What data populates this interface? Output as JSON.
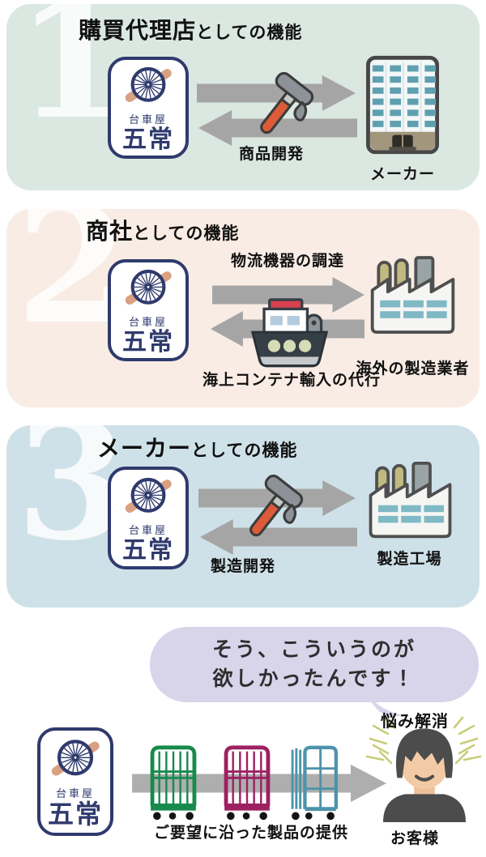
{
  "brand": {
    "name_top": "台車屋",
    "name_main": "五常"
  },
  "sections": [
    {
      "number": "1",
      "title_strong": "購買代理店",
      "title_rest": "としての機能",
      "center_label": "商品開発",
      "right_label": "メーカー"
    },
    {
      "number": "2",
      "title_strong": "商社",
      "title_rest": "としての機能",
      "top_label": "物流機器の調達",
      "bottom_label": "海上コンテナ輸入の代行",
      "right_label": "海外の製造業者"
    },
    {
      "number": "3",
      "title_strong": "メーカー",
      "title_rest": "としての機能",
      "center_label": "製造開発",
      "right_label": "製造工場"
    }
  ],
  "bottom": {
    "speech_line1": "そう、こういうのが",
    "speech_line2": "欲しかったんです！",
    "relief_label": "悩み解消",
    "flow_label": "ご要望に沿った製品の提供",
    "customer_label": "お客様",
    "cart_colors": [
      "#178a4d",
      "#9d2161",
      "#4e93ab"
    ]
  },
  "colors": {
    "panel1_bg": "#dbe7e1",
    "panel2_bg": "#f9ece4",
    "panel3_bg": "#cfe1e8",
    "bubble_bg": "#d8d5ea",
    "brand_navy": "#2f3a6d",
    "brand_tan": "#d8a182",
    "arrow_gray": "#a5a5a5",
    "flow_arrow_gray": "#aeaeae",
    "hammer_red": "#dd5b38",
    "hammer_gray": "#8d9298",
    "building_window_teal": "#5fa0b0",
    "factory_window_teal": "#7fb9c5",
    "chimney_olive": "#c1ba80",
    "ship_hull": "#363f46",
    "ship_red": "#d8404d",
    "person_gray": "#4c4c4c",
    "skin": "#f2cba6",
    "sparkle": "#c8cc79",
    "numeral_white": "rgba(255,255,255,0.82)",
    "title_black": "#111111"
  }
}
